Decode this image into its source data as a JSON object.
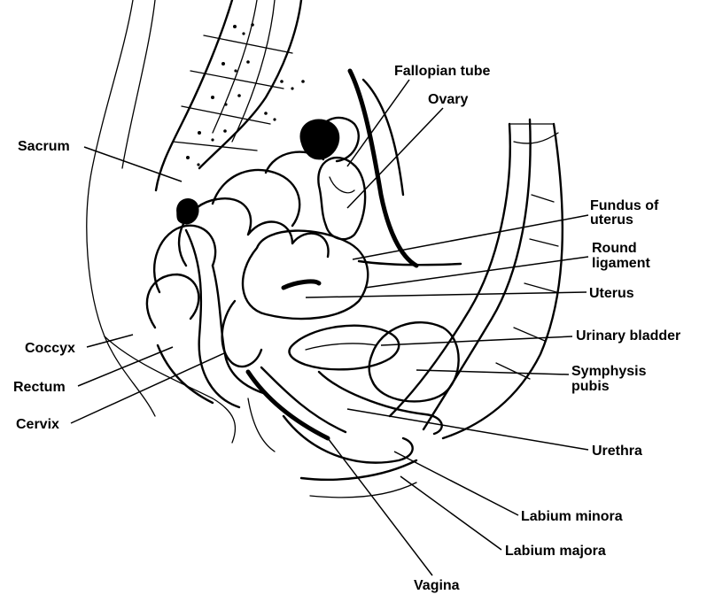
{
  "diagram": {
    "labels": {
      "fallopian_tube": "Fallopian tube",
      "ovary": "Ovary",
      "sacrum": "Sacrum",
      "fundus_line1": "Fundus of",
      "fundus_line2": "uterus",
      "round_line1": "Round",
      "round_line2": "ligament",
      "uterus": "Uterus",
      "urinary_bladder": "Urinary bladder",
      "coccyx": "Coccyx",
      "symphysis_line1": "Symphysis",
      "symphysis_line2": "pubis",
      "rectum": "Rectum",
      "cervix": "Cervix",
      "urethra": "Urethra",
      "labium_minora": "Labium minora",
      "labium_majora": "Labium majora",
      "vagina": "Vagina"
    },
    "colors": {
      "ink": "#000000",
      "background": "#ffffff"
    }
  }
}
